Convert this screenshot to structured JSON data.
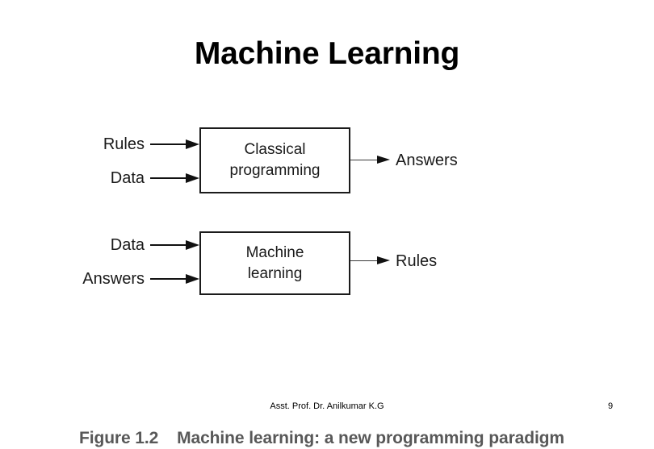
{
  "slide": {
    "title": "Machine Learning",
    "background_color": "#ffffff",
    "text_color": "#000000"
  },
  "figure": {
    "caption_number": "Figure 1.2",
    "caption_text": "Machine learning: a new programming paradigm",
    "caption_full": "Figure 1.2    Machine learning: a new programming paradigm",
    "caption_color": "#585858",
    "diagrams": [
      {
        "id": "classical-programming",
        "inputs": [
          "Rules",
          "Data"
        ],
        "process": "Classical\nprogramming",
        "process_line_1": "Classical",
        "process_line_2": "programming",
        "output": "Answers"
      },
      {
        "id": "machine-learning",
        "inputs": [
          "Data",
          "Answers"
        ],
        "process": "Machine\nlearning",
        "process_line_1": "Machine",
        "process_line_2": "learning",
        "output": "Rules"
      }
    ]
  },
  "footer": {
    "author": "Asst. Prof. Dr. Anilkumar K.G",
    "page_number": "9"
  }
}
